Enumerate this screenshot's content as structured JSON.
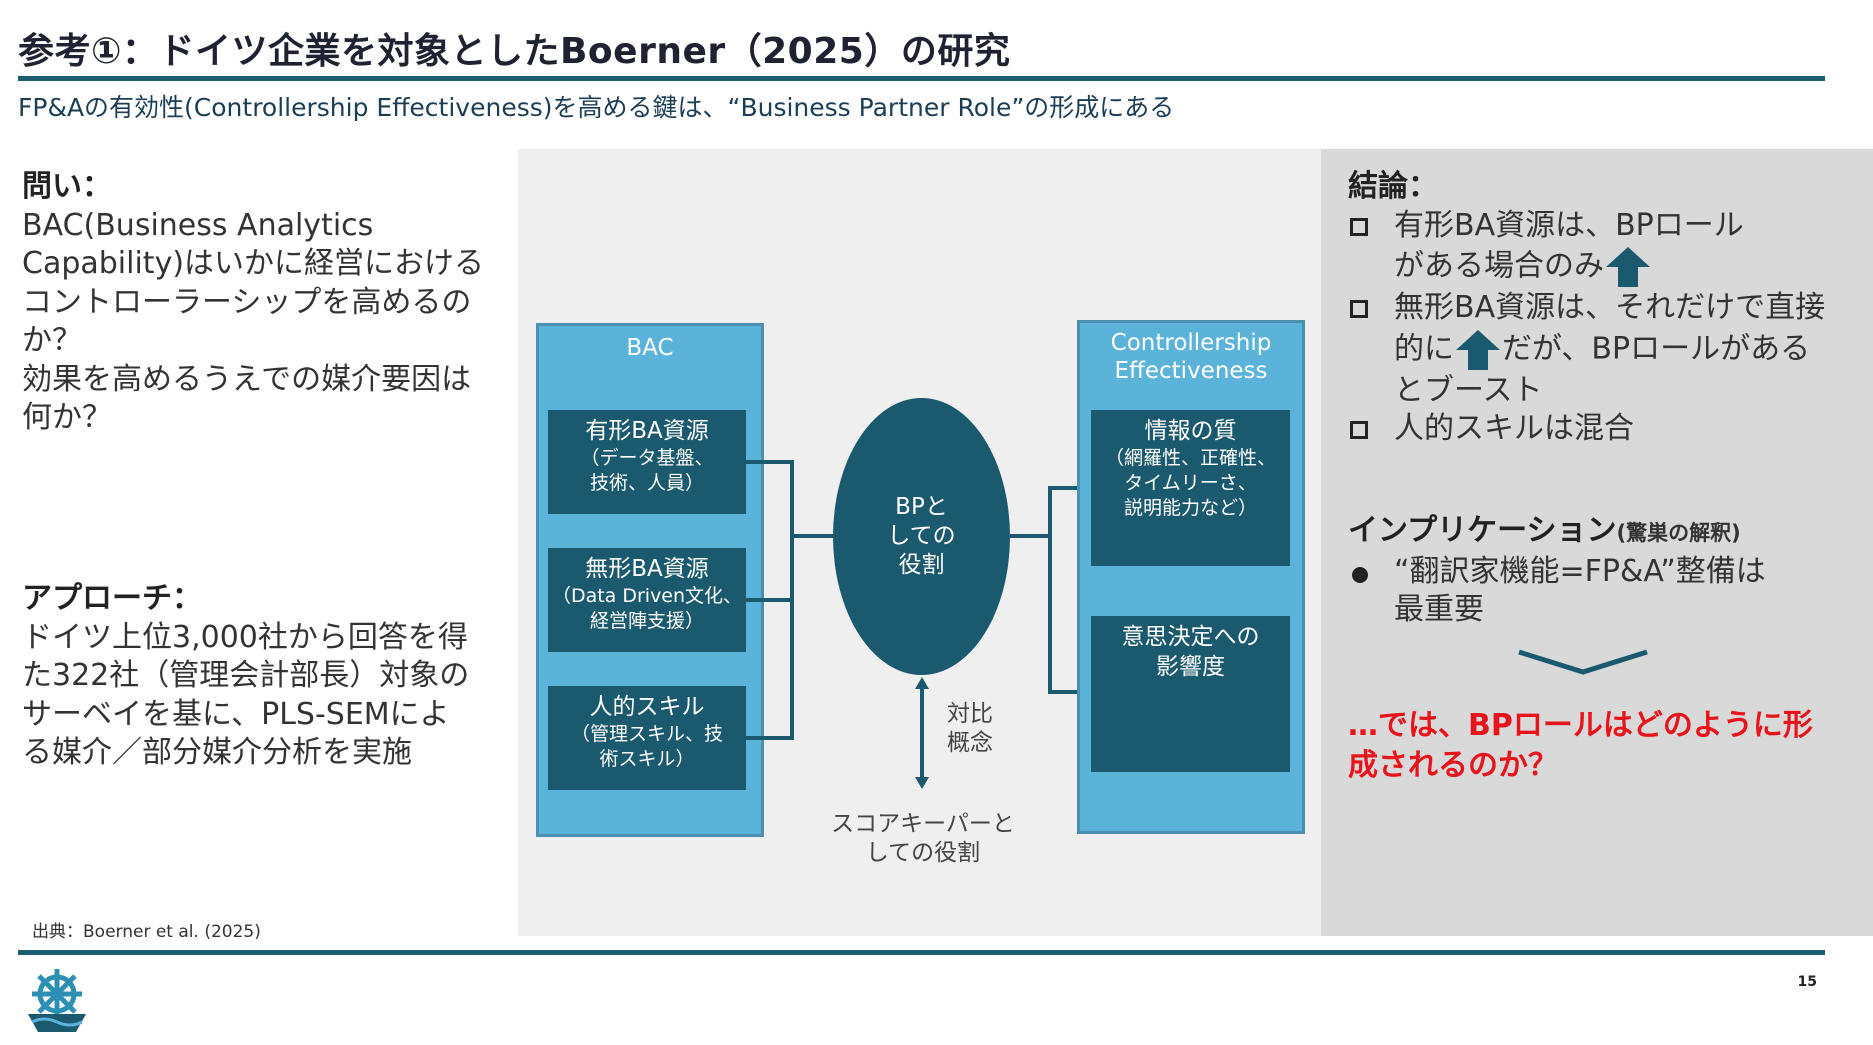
{
  "header": {
    "title": "参考①：ドイツ企業を対象としたBoerner（2025）の研究",
    "subtitle": "FP&Aの有効性(Controllership Effectiveness)を高める鍵は、“Business Partner Role”の形成にある"
  },
  "left": {
    "question_head": "問い：",
    "question_lines": [
      "BAC(Business Analytics",
      "Capability)はいかに経営における",
      "コントローラーシップを高めるの",
      "か？",
      "効果を高めるうえでの媒介要因は",
      "何か？"
    ],
    "approach_head": "アプローチ：",
    "approach_lines": [
      "ドイツ上位3,000社から回答を得",
      "た322社（管理会計部長）対象の",
      "サーベイを基に、PLS-SEMによ",
      "る媒介／部分媒介分析を実施"
    ],
    "source": "出典：Boerner et al. (2025)"
  },
  "diagram": {
    "bac_title": "BAC",
    "bac_items": [
      {
        "title": "有形BA資源",
        "sub": "（データ基盤、\n技術、人員）"
      },
      {
        "title": "無形BA資源",
        "sub": "（Data Driven文化、\n経営陣支援）"
      },
      {
        "title": "人的スキル",
        "sub": "（管理スキル、技\n術スキル）"
      }
    ],
    "center": "BPと\nしての\n役割",
    "contrast_label": "対比\n概念",
    "scorekeeper_label": "スコアキーパーと\nしての役割",
    "ce_title": "Controllership\nEffectiveness",
    "ce_items": [
      {
        "title": "情報の質",
        "sub": "（網羅性、正確性、\nタイムリーさ、\n説明能力など）"
      },
      {
        "title": "意思決定への\n影響度",
        "sub": ""
      }
    ]
  },
  "conclusion": {
    "head": "結論：",
    "item1_a": "有形BA資源は、BPロール",
    "item1_b": "がある場合のみ",
    "item2_a": "無形BA資源は、それだけで直接",
    "item2_b": "的に",
    "item2_c": "だが、BPロールがある",
    "item2_d": "とブースト",
    "item3": "人的スキルは混合",
    "impl_head": "インプリケーション",
    "impl_head_small": "(驚巣の解釈)",
    "impl_item_a": "“翻訳家機能=FP&A”整備は",
    "impl_item_b": "最重要",
    "question": "…では、BPロールはどのように形\n成されるのか？"
  },
  "footer": {
    "page": "15"
  },
  "colors": {
    "accent": "#1b5e72",
    "box_light": "#5cb3d9",
    "box_dark": "#1b5a6e",
    "red": "#e8141b"
  }
}
